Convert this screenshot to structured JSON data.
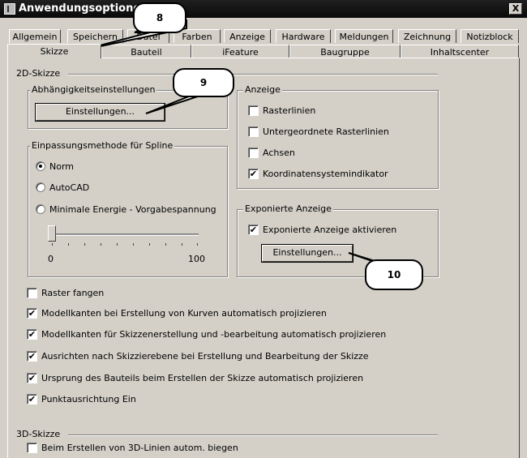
{
  "window": {
    "title": "Anwendungsoptionen",
    "close_label": "X"
  },
  "tabs_row1": [
    "Allgemein",
    "Speichern",
    "Datei",
    "Farben",
    "Anzeige",
    "Hardware",
    "Meldungen",
    "Zeichnung",
    "Notizblock"
  ],
  "tabs_row2": [
    "Skizze",
    "Bauteil",
    "iFeature",
    "Baugruppe",
    "Inhaltscenter"
  ],
  "sections": {
    "sketch_2d": "2D-Skizze",
    "sketch_3d": "3D-Skizze"
  },
  "constraints": {
    "title": "Abhängigkeitseinstellungen",
    "button": "Einstellungen..."
  },
  "spline": {
    "title": "Einpassungsmethode für Spline",
    "options": [
      "Norm",
      "AutoCAD",
      "Minimale Energie - Vorgabespannung"
    ],
    "selected": "Norm",
    "slider": {
      "min": "0",
      "max": "100",
      "value_fraction": 0.0
    }
  },
  "display": {
    "title": "Anzeige",
    "items": [
      {
        "label": "Rasterlinien",
        "checked": false
      },
      {
        "label": "Untergeordnete Rasterlinien",
        "checked": false
      },
      {
        "label": "Achsen",
        "checked": false
      },
      {
        "label": "Koordinatensystemindikator",
        "checked": true
      }
    ]
  },
  "exposed": {
    "title": "Exponierte Anzeige",
    "checkbox": "Exponierte Anzeige aktivieren",
    "checked": true,
    "button": "Einstellungen..."
  },
  "options": [
    {
      "label": "Raster fangen",
      "checked": false
    },
    {
      "label": "Modellkanten bei Erstellung von Kurven automatisch projizieren",
      "checked": true
    },
    {
      "label": "Modellkanten für Skizzenerstellung und -bearbeitung automatisch projizieren",
      "checked": true
    },
    {
      "label": "Ausrichten nach Skizzierebene bei Erstellung und Bearbeitung der Skizze",
      "checked": true
    },
    {
      "label": "Ursprung des Bauteils beim Erstellen der Skizze automatisch projizieren",
      "checked": true
    },
    {
      "label": "Punktausrichtung Ein",
      "checked": true
    }
  ],
  "options_3d": [
    {
      "label": "Beim Erstellen von 3D-Linien autom. biegen",
      "checked": false
    }
  ],
  "callouts": [
    "8",
    "9",
    "10"
  ],
  "icons": {
    "check": "✔",
    "close": "X"
  }
}
